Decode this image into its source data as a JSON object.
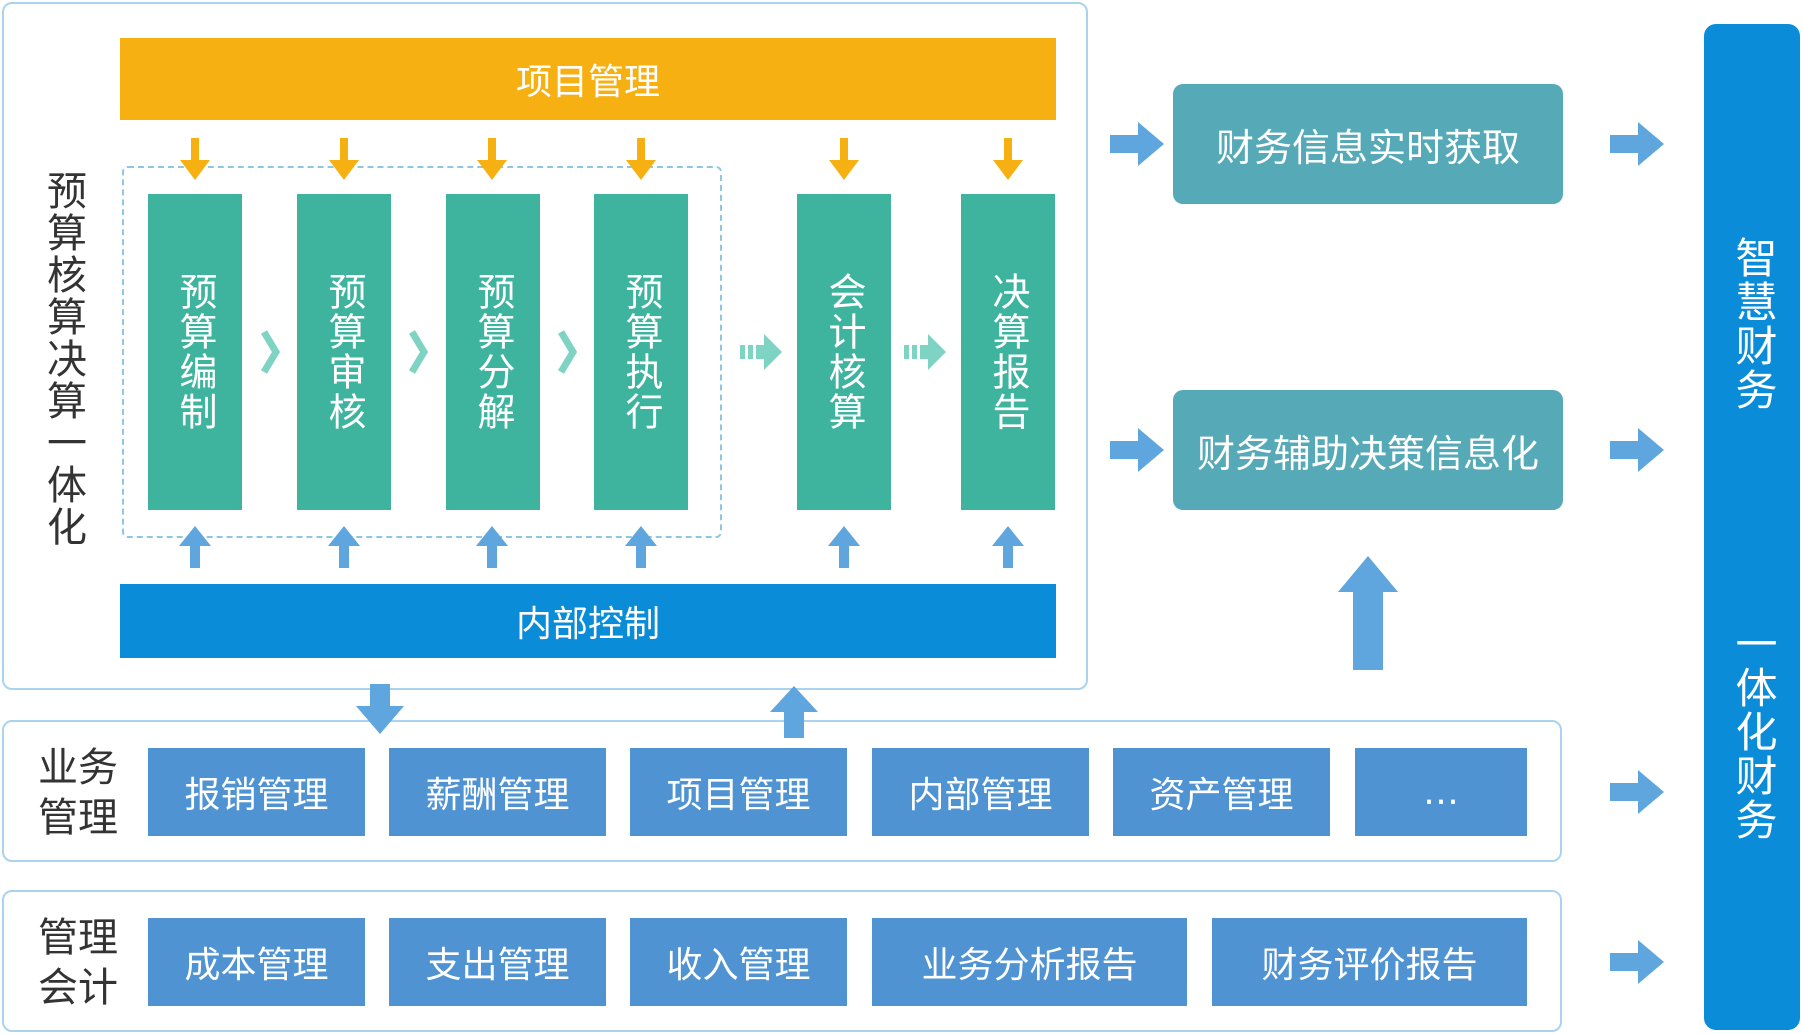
{
  "left_title": "预算核算决算一体化",
  "project_mgmt_bar": "项目管理",
  "internal_control_bar": "内部控制",
  "process_columns": [
    "预算编制",
    "预算审核",
    "预算分解",
    "预算执行",
    "会计核算",
    "决算报告"
  ],
  "right_boxes": [
    "财务信息实时获取",
    "财务辅助决策信息化"
  ],
  "business_row": {
    "label": "业务管理",
    "modules": [
      "报销管理",
      "薪酬管理",
      "项目管理",
      "内部管理",
      "资产管理",
      "…"
    ]
  },
  "accounting_row": {
    "label": "管理会计",
    "modules": [
      "成本管理",
      "支出管理",
      "收入管理",
      "业务分析报告",
      "财务评价报告"
    ]
  },
  "right_banner": {
    "top": "智慧财务",
    "bottom": "一体化财务"
  },
  "colors": {
    "orange": "#f7b012",
    "teal": "#3eb49f",
    "blue": "#0a8cd8",
    "module": "#4f93d3",
    "arrow": "#5fa5de",
    "right_teal": "#56a9b6"
  }
}
